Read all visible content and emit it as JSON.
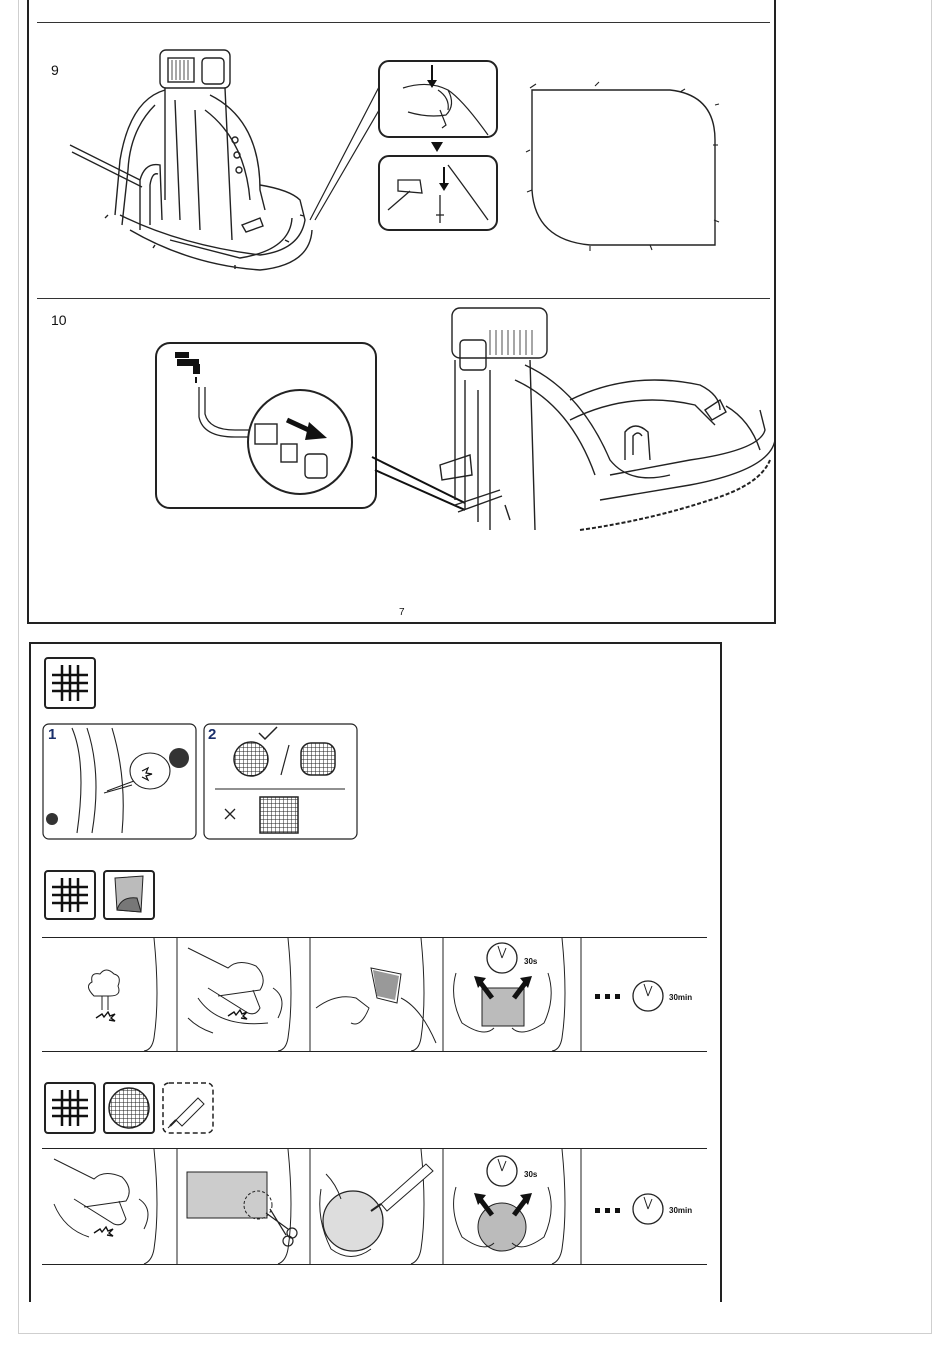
{
  "page_top": {
    "step_9": "9",
    "step_10": "10",
    "page_number": "7"
  },
  "page_bottom": {
    "panel_1": "1",
    "panel_2": "2",
    "row1_time_short": "30s",
    "row1_time_long": "30min",
    "row2_time_short": "30s",
    "row2_time_long": "30min"
  },
  "icons": [
    "mesh-grid-icon",
    "patch-sheet-icon",
    "round-patch-icon",
    "glue-tube-icon",
    "clock-icon",
    "scissors-icon",
    "tap-icon",
    "hose-connector-icon",
    "checkmark-icon",
    "cross-icon"
  ]
}
